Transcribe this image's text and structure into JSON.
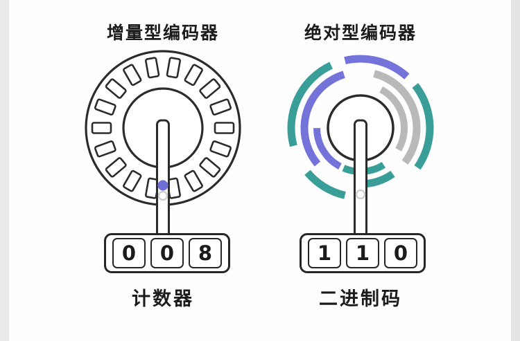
{
  "left_panel": {
    "title": "增量型编码器",
    "digits": [
      "0",
      "0",
      "8"
    ],
    "caption": "计数器"
  },
  "right_panel": {
    "title": "绝对型编码器",
    "digits": [
      "1",
      "1",
      "0"
    ],
    "caption": "二进制码"
  },
  "colors": {
    "outline": "#2b2b2b",
    "track_teal": "#3a9e98",
    "track_purple": "#7473d9",
    "track_gray": "#b9b9b9",
    "index_dot_purple": "#6e6ed6",
    "shaft_marker_gray": "#cfcfcf"
  }
}
